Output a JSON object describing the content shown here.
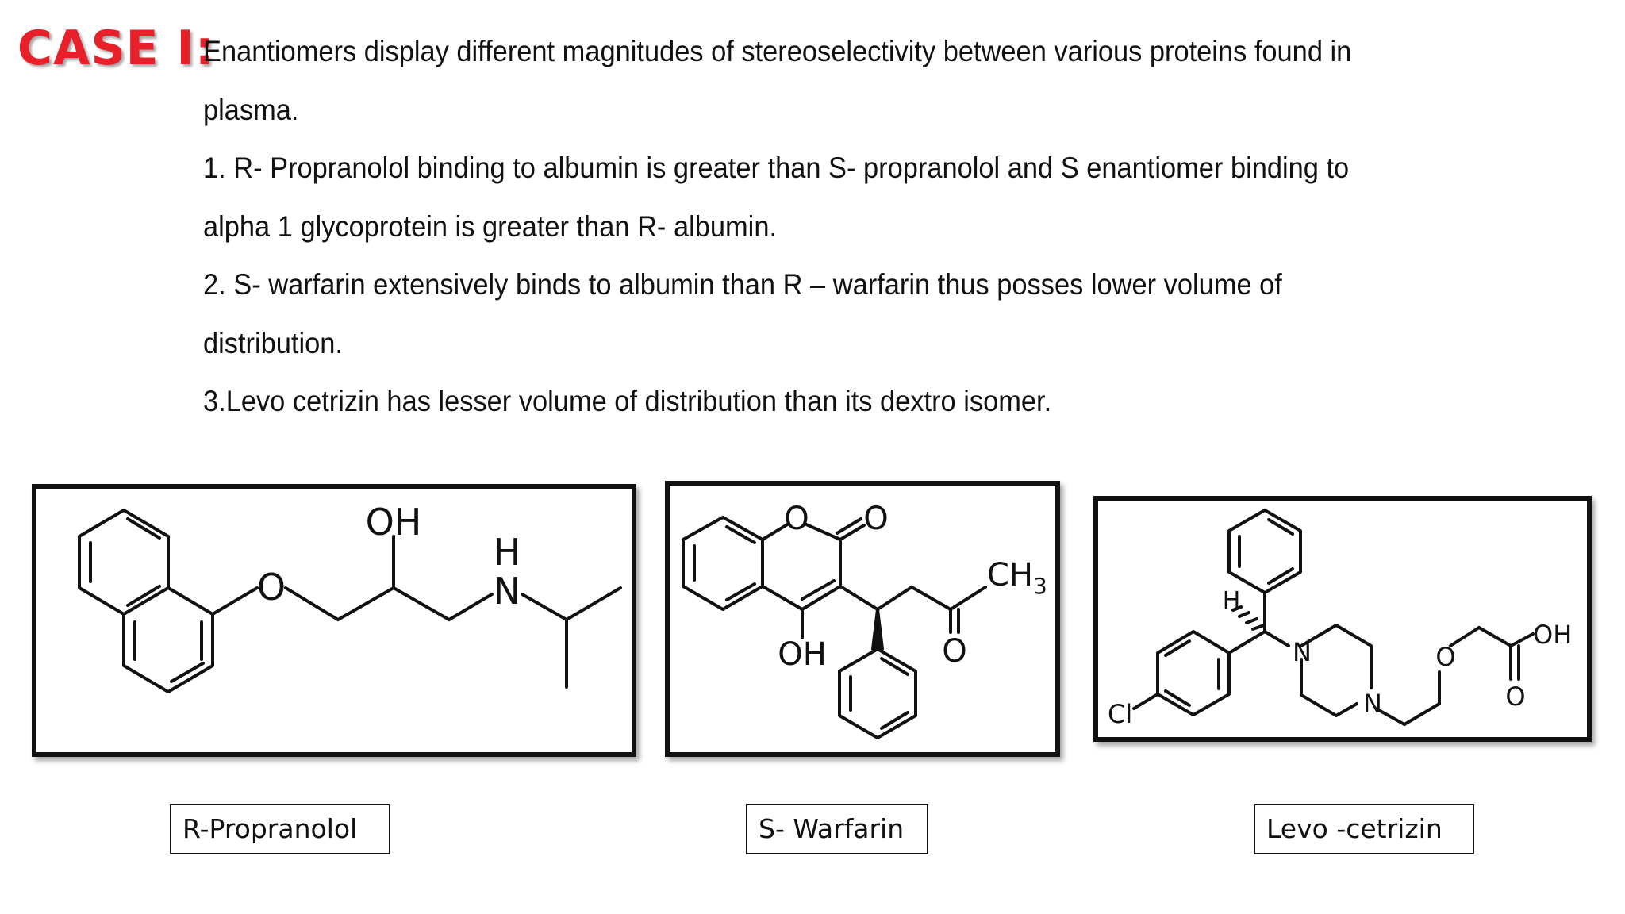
{
  "slide": {
    "case_label": "CASE I:",
    "lines": [
      "Enantiomers display different magnitudes of stereoselectivity between various proteins found in",
      "plasma.",
      "1. R- Propranolol binding to albumin is greater than S- propranolol and S enantiomer binding to",
      "alpha 1 glycoprotein is greater than R- albumin.",
      "2. S- warfarin extensively binds to albumin than R – warfarin thus posses lower volume of",
      "distribution.",
      "3.Levo cetrizin has lesser volume of distribution than its dextro isomer."
    ]
  },
  "structures": {
    "propranolol": {
      "atoms": {
        "o": "O",
        "oh": "OH",
        "h": "H",
        "n": "N"
      },
      "caption": "R-Propranolol"
    },
    "warfarin": {
      "atoms": {
        "o_ring": "O",
        "o_carbonyl": "O",
        "oh": "OH",
        "ch3": "CH",
        "ch3_sub": "3",
        "o_ketone": "O"
      },
      "caption": "S- Warfarin"
    },
    "cetirizine": {
      "atoms": {
        "h": "H",
        "n1": "N",
        "n2": "N",
        "o_ether": "O",
        "oh": "OH",
        "o_carbonyl": "O",
        "cl": "Cl"
      },
      "caption": "Levo -cetrizin"
    }
  }
}
